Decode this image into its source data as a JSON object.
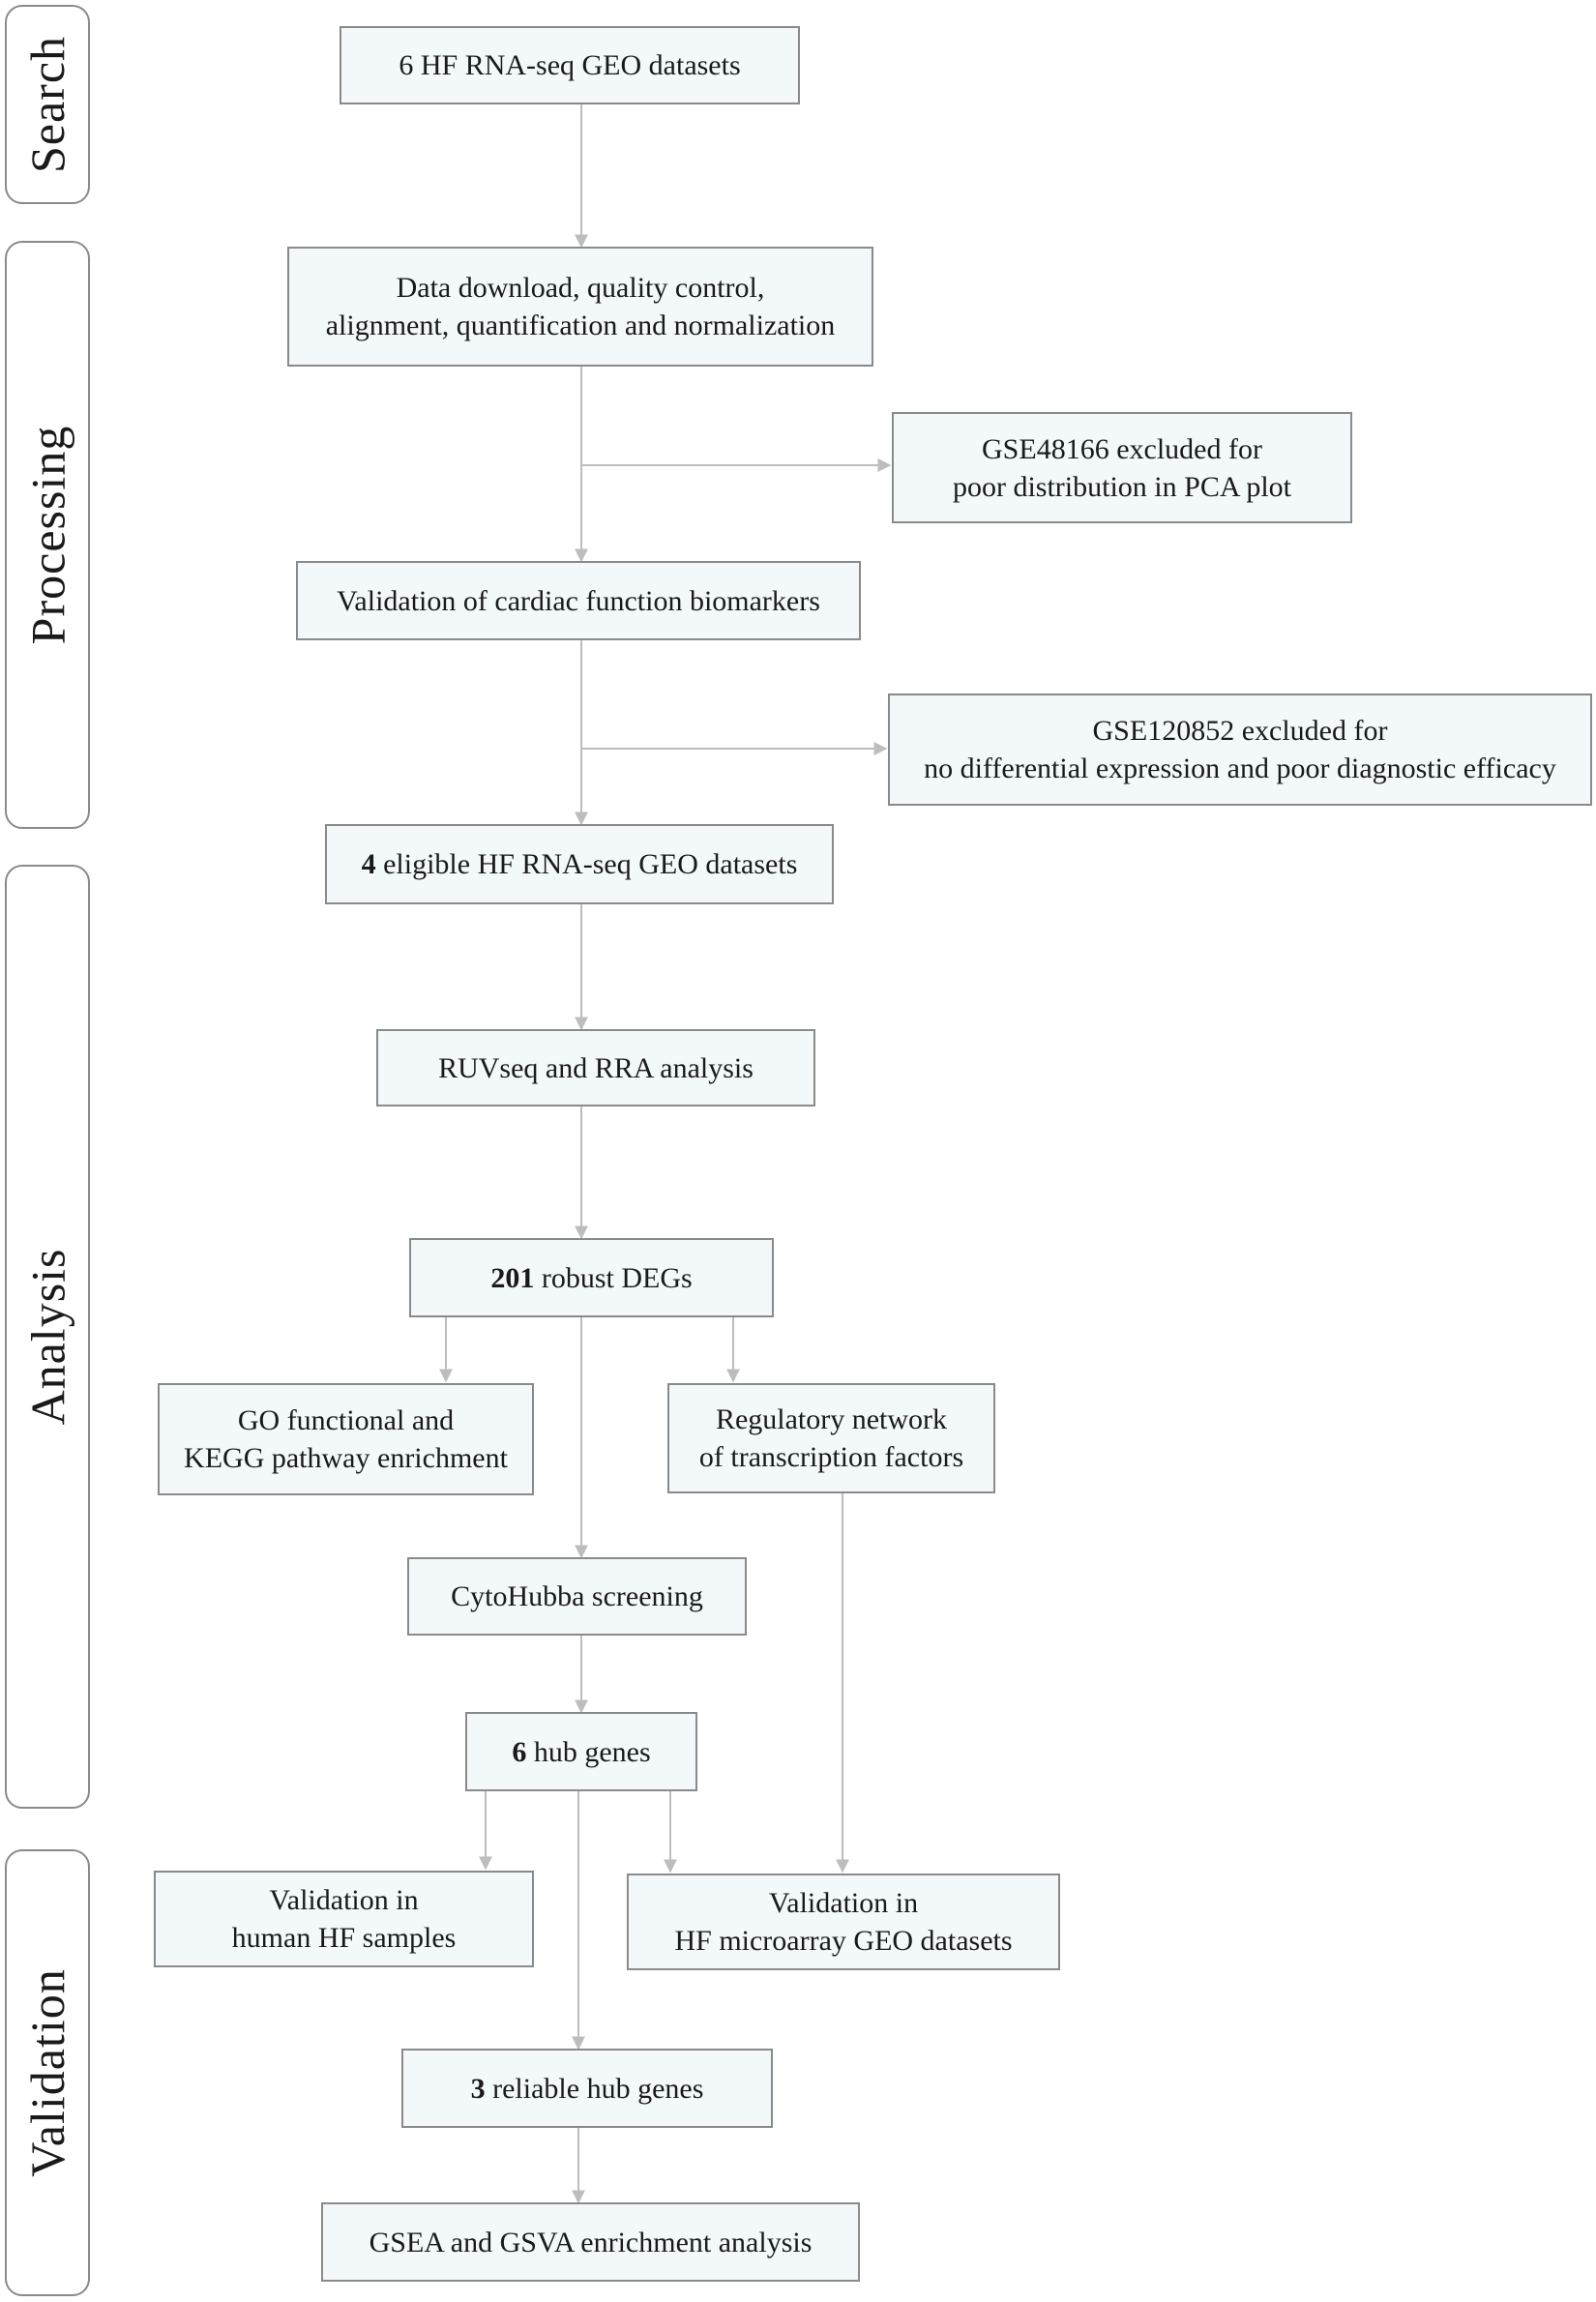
{
  "phases": {
    "search": "Search",
    "processing": "Processing",
    "analysis": "Analysis",
    "validation": "Validation"
  },
  "steps": {
    "geo_datasets": "6 HF RNA-seq GEO datasets",
    "data_processing": "Data download, quality control,\nalignment, quantification and normalization",
    "excluded_gse48166": "GSE48166 excluded for\npoor distribution in PCA plot",
    "validation_biomarkers": "Validation of cardiac function biomarkers",
    "excluded_gse120852": "GSE120852 excluded for\nno differential expression and poor diagnostic efficacy",
    "eligible_count": "4",
    "eligible_label": " eligible HF RNA-seq GEO datasets",
    "ruvseq_rra": "RUVseq and RRA analysis",
    "degs_count": "201",
    "degs_label": " robust DEGs",
    "go_kegg": "GO functional and\nKEGG pathway enrichment",
    "regulatory_network": "Regulatory network\nof  transcription factors",
    "cytohubba": "CytoHubba screening",
    "hub_count": "6",
    "hub_label": " hub genes",
    "validation_human": "Validation in\nhuman HF samples",
    "validation_microarray": "Validation in\nHF microarray GEO datasets",
    "reliable_count": "3",
    "reliable_label": " reliable hub genes",
    "gsea_gsva": "GSEA and GSVA enrichment analysis"
  },
  "colors": {
    "box_fill": "#f3f8fb",
    "border": "#8a8a8a",
    "connector": "#bdbdbd"
  }
}
